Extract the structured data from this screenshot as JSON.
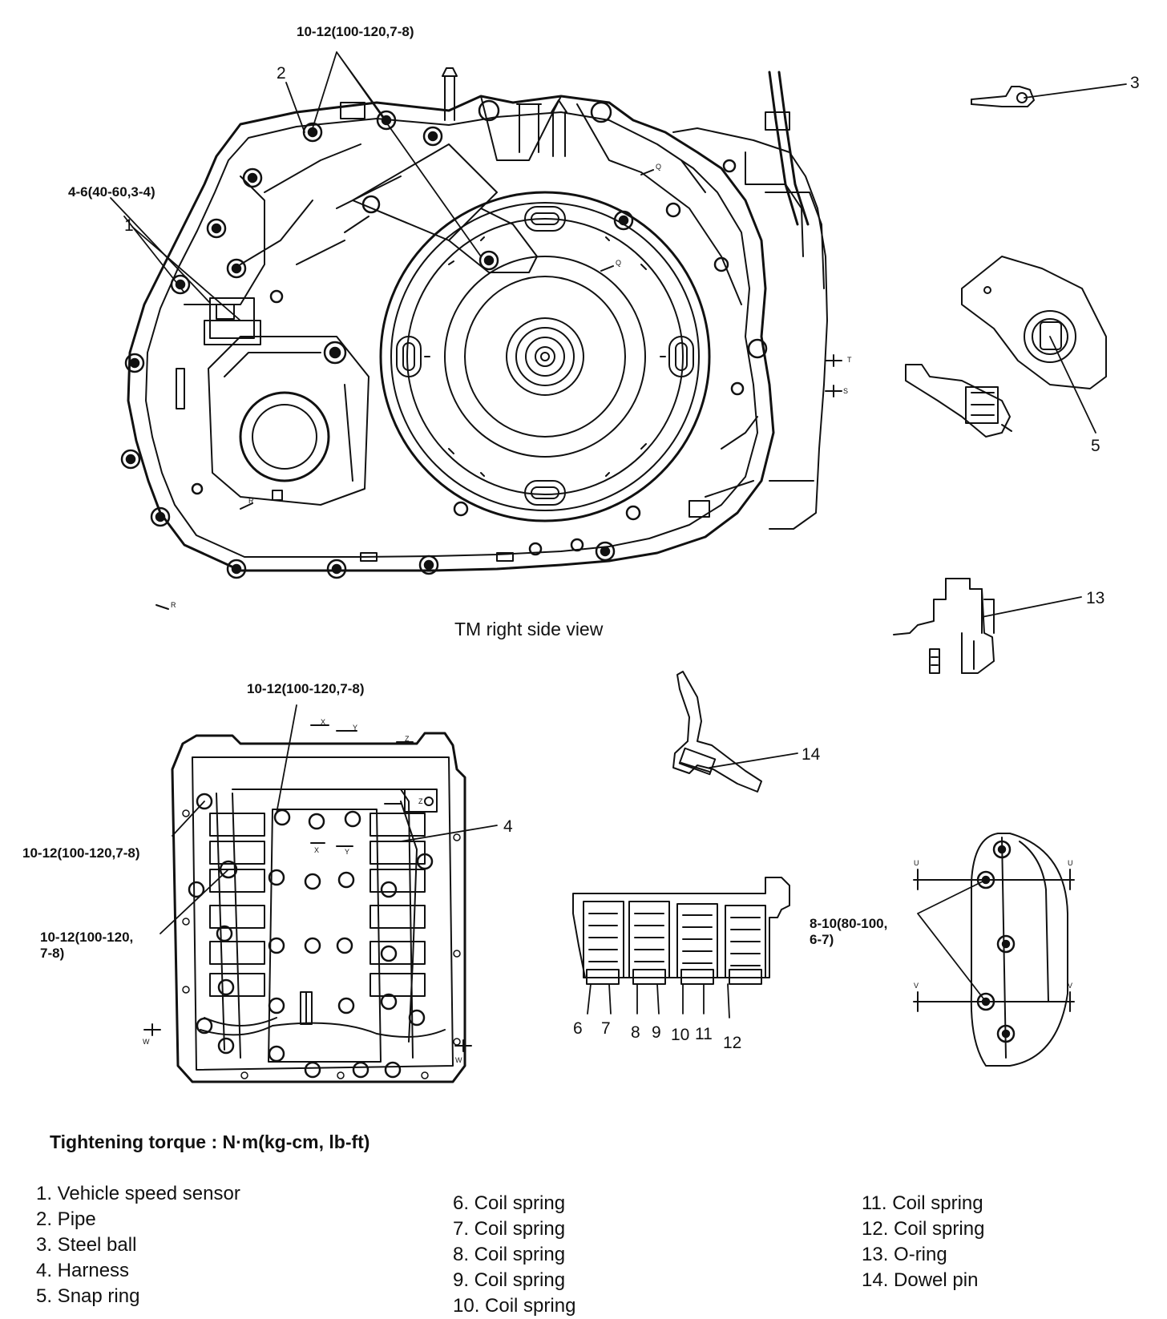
{
  "torque_labels": {
    "top_pipe": "10-12(100-120,7-8)",
    "sensor": "4-6(40-60,3-4)",
    "valve_top": "10-12(100-120,7-8)",
    "valve_left": "10-12(100-120,7-8)",
    "valve_left2_line1": "10-12(100-120,",
    "valve_left2_line2": "7-8)",
    "cover_line1": "8-10(80-100,",
    "cover_line2": "6-7)"
  },
  "callouts": {
    "c1": "1",
    "c2": "2",
    "c3": "3",
    "c4": "4",
    "c5": "5",
    "c6": "6",
    "c7": "7",
    "c8": "8",
    "c9": "9",
    "c10": "10",
    "c11": "11",
    "c12": "12",
    "c13": "13",
    "c14": "14"
  },
  "section_marks": {
    "q1": "Q",
    "q2": "Q",
    "r1": "R",
    "r2": "R",
    "t": "T",
    "s": "S",
    "x1": "X",
    "x2": "X",
    "y1": "Y",
    "y2": "Y",
    "z1": "Z",
    "z2": "Z",
    "w1": "W",
    "w2": "W",
    "u1": "U",
    "u2": "U",
    "v1": "V",
    "v2": "V"
  },
  "caption": "TM right side view",
  "heading": "Tightening torque : N·m(kg-cm, lb-ft)",
  "legend": {
    "col1": [
      "1. Vehicle speed sensor",
      "2. Pipe",
      "3. Steel ball",
      "4. Harness",
      "5. Snap ring"
    ],
    "col2": [
      "6. Coil spring",
      "7. Coil spring",
      "8. Coil spring",
      "9. Coil spring",
      "10. Coil spring"
    ],
    "col3": [
      "11. Coil spring",
      "12. Coil spring",
      "13. O-ring",
      "14. Dowel pin"
    ]
  }
}
